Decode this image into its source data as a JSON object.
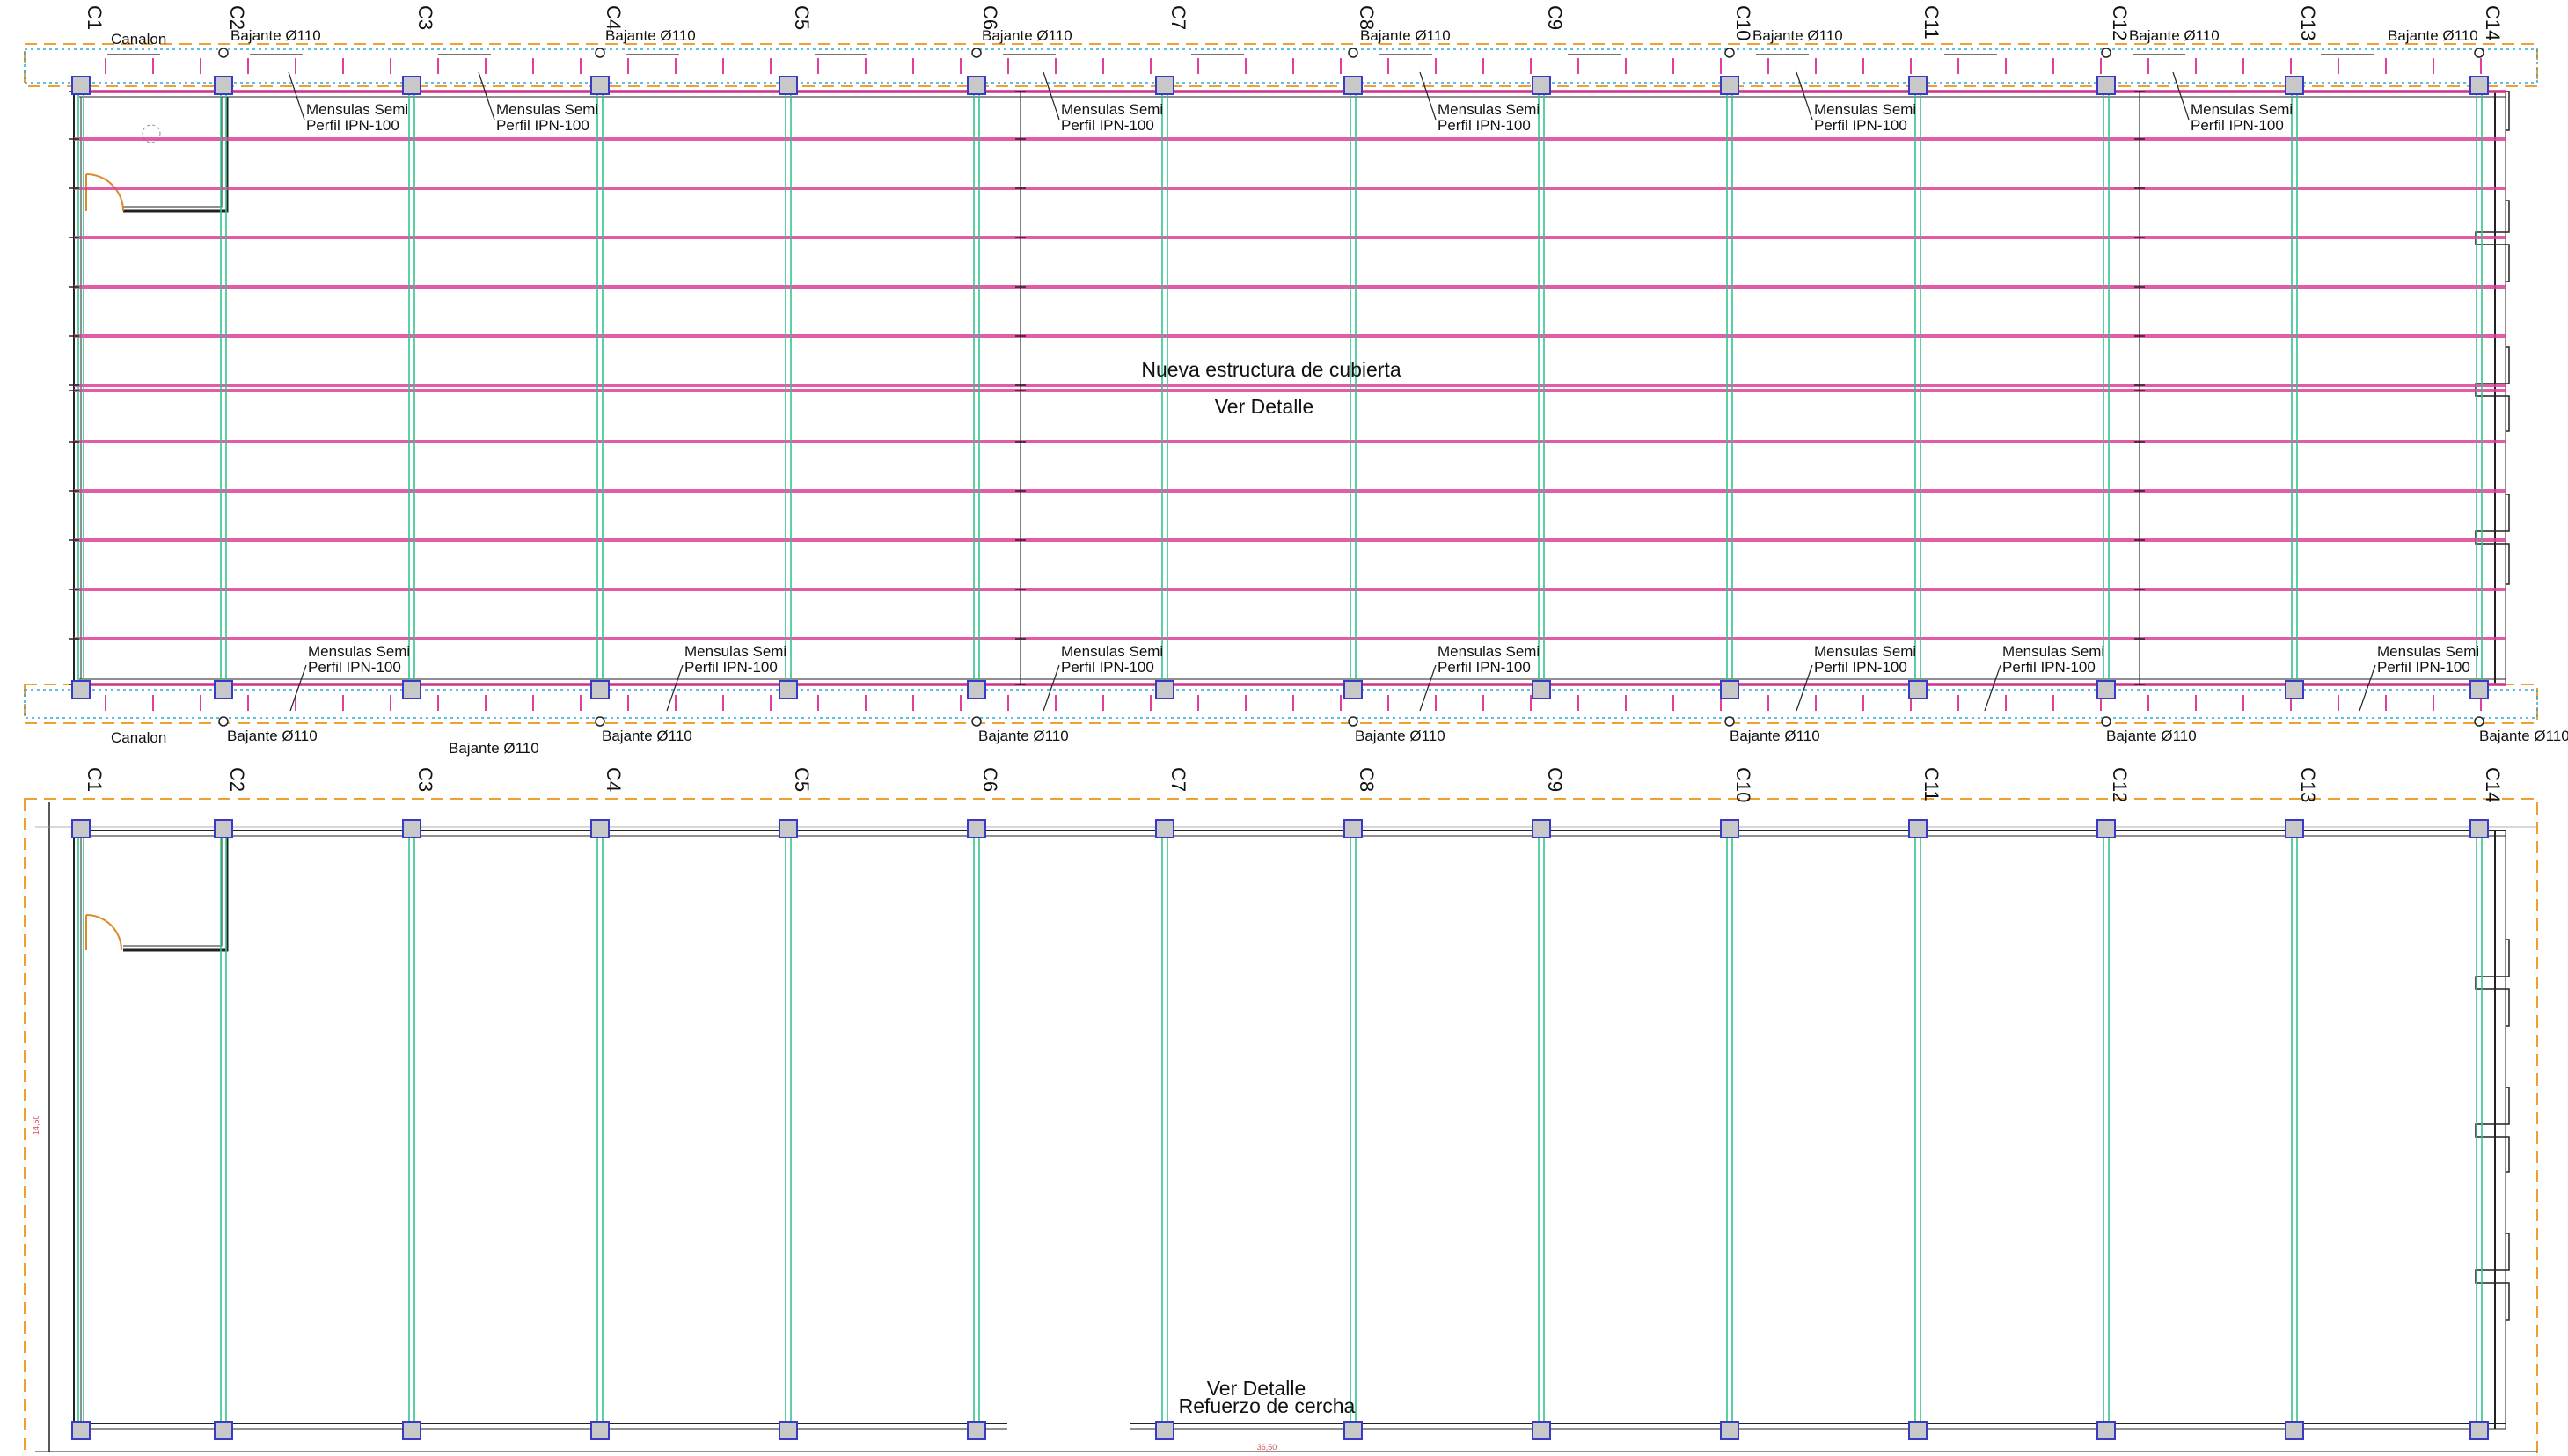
{
  "drawing": {
    "column_labels": [
      "C1",
      "C2",
      "C3",
      "C4",
      "C5",
      "C6",
      "C7",
      "C8",
      "C9",
      "C10",
      "C11",
      "C12",
      "C13",
      "C14"
    ],
    "top_plan": {
      "gutter_label": "Canalon",
      "gutter_label_bottom": "Canalon",
      "downpipe_label": "Bajante Ø110",
      "bracket_line1": "Mensulas Semi",
      "bracket_line2": "Perfil IPN-100",
      "center_title": "Nueva estructura de cubierta",
      "center_subtitle": "Ver Detalle"
    },
    "bottom_plan": {
      "note_line1": "Ver Detalle",
      "note_line2": "Refuerzo de cercha",
      "dim_vertical": "14,50",
      "dim_horizontal": "36,50"
    }
  },
  "colors": {
    "purlin": "#e0409a",
    "truss": "#33c48a",
    "column_fill": "#c8c8c8",
    "column_stroke": "#3a3ac8",
    "gutter_dash": "#f0a030",
    "gutter_dot": "#2aa8d8",
    "door": "#d98a2a",
    "dimension": "#d94a5a",
    "wall": "#222222"
  }
}
